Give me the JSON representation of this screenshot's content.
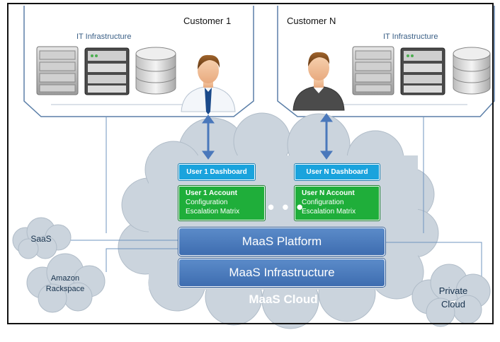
{
  "customers": [
    {
      "title": "Customer 1",
      "it_label": "IT Infrastructure"
    },
    {
      "title": "Customer N",
      "it_label": "IT Infrastructure"
    }
  ],
  "dashboards": [
    "User 1 Dashboard",
    "User N Dashboard"
  ],
  "accounts": [
    {
      "title": "User 1 Account",
      "line1": "Configuration",
      "line2": "Escalation Matrix"
    },
    {
      "title": "User N Account",
      "line1": "Configuration",
      "line2": "Escalation Matrix"
    }
  ],
  "ellipsis": "• • •",
  "platform_label": "MaaS Platform",
  "infrastructure_label": "MaaS Infrastructure",
  "cloud_label": "MaaS Cloud",
  "side_clouds": {
    "saas": "SaaS",
    "amazon_line1": "Amazon",
    "amazon_line2": "Rackspace",
    "private_line1": "Private",
    "private_line2": "Cloud"
  },
  "colors": {
    "cloud": "#c9d3dc",
    "dashboard": "#1aa3dd",
    "account": "#1fae3a",
    "platform": "#4a78bb",
    "connector": "#6f94bf"
  }
}
